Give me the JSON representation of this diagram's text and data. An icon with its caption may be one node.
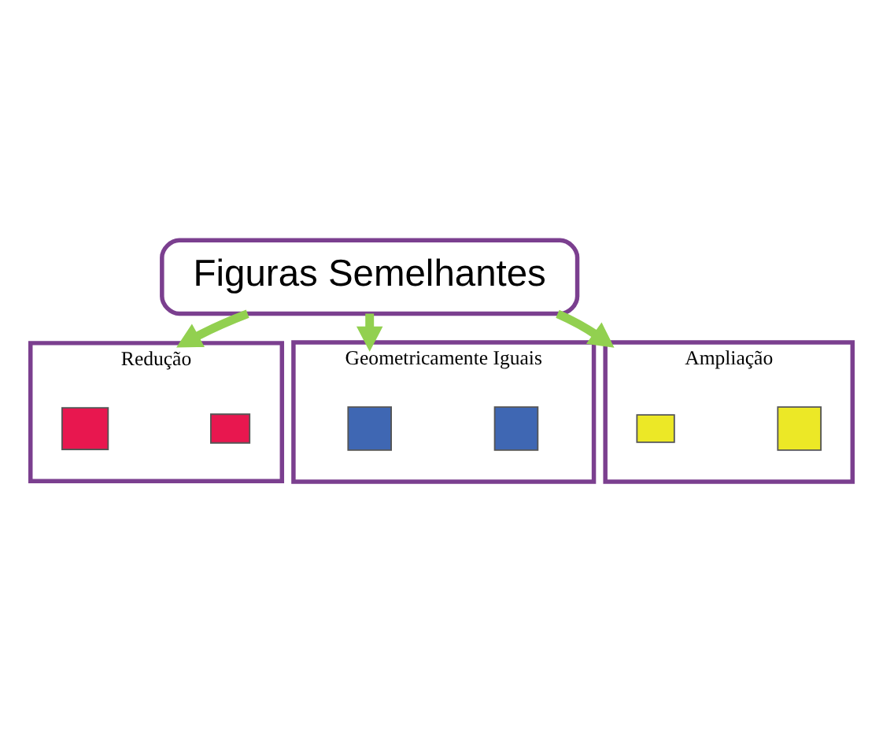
{
  "diagram": {
    "nodes": [
      {
        "text": [
          "Figuras Semelhantes"
        ]
      },
      {
        "text": [
          "Redução"
        ]
      },
      {
        "text": [],
        "shape": "box",
        "in": 1
      },
      {
        "text": [],
        "shape": "box",
        "in": 1
      },
      {
        "text": [
          "Geometricamente Iguais"
        ]
      },
      {
        "text": [],
        "shape": "box",
        "in": 4
      },
      {
        "text": [],
        "shape": "box",
        "in": 4
      },
      {
        "text": [
          "Ampliação"
        ]
      },
      {
        "text": [],
        "shape": "box",
        "in": 7
      },
      {
        "text": [],
        "shape": "box",
        "in": 7
      }
    ],
    "edges": [
      {
        "from": 0,
        "to": 2,
        "arrow": "to"
      },
      {
        "from": 0,
        "to": 5,
        "arrow": "to"
      },
      {
        "from": 0,
        "to": 8,
        "arrow": "to"
      }
    ]
  }
}
